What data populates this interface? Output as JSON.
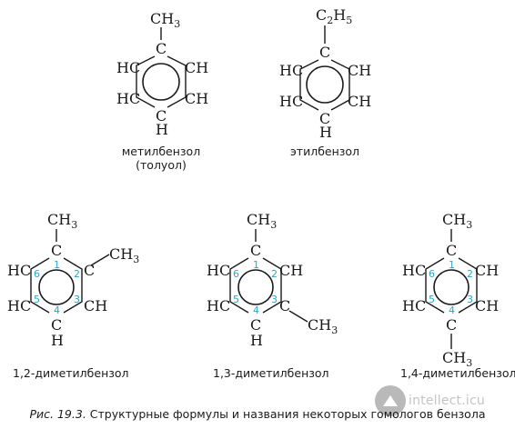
{
  "molecules": {
    "toluene": {
      "substituent": {
        "main": "CH",
        "sub": "3"
      },
      "ring_labels": {
        "top": "C",
        "upper_left": "HC",
        "upper_right": "CH",
        "lower_left": "HC",
        "lower_right": "CH",
        "bottom": "C",
        "bottom_h": "H"
      },
      "name_line1": "метилбензол",
      "name_line2": "(толуол)"
    },
    "ethylbenzene": {
      "substituent": {
        "c": "C",
        "c_sub": "2",
        "h": "H",
        "h_sub": "5"
      },
      "ring_labels": {
        "top": "C",
        "upper_left": "HC",
        "upper_right": "CH",
        "lower_left": "HC",
        "lower_right": "CH",
        "bottom": "C",
        "bottom_h": "H"
      },
      "name": "этилбензол"
    },
    "dimethyl_12": {
      "methyl_top": {
        "main": "CH",
        "sub": "3"
      },
      "methyl_side": {
        "main": "CH",
        "sub": "3"
      },
      "ring_labels": {
        "top": "C",
        "upper_left": "HC",
        "upper_right": "C",
        "lower_left": "HC",
        "lower_right": "CH",
        "bottom": "C",
        "bottom_h": "H"
      },
      "positions": [
        "1",
        "2",
        "3",
        "4",
        "5",
        "6"
      ],
      "name": "1,2-диметилбензол"
    },
    "dimethyl_13": {
      "methyl_top": {
        "main": "CH",
        "sub": "3"
      },
      "methyl_side": {
        "main": "CH",
        "sub": "3"
      },
      "ring_labels": {
        "top": "C",
        "upper_left": "HC",
        "upper_right": "CH",
        "lower_left": "HC",
        "lower_right": "C",
        "bottom": "C",
        "bottom_h": "H"
      },
      "positions": [
        "1",
        "2",
        "3",
        "4",
        "5",
        "6"
      ],
      "name": "1,3-диметилбензол"
    },
    "dimethyl_14": {
      "methyl_top": {
        "main": "CH",
        "sub": "3"
      },
      "methyl_bottom": {
        "main": "CH",
        "sub": "3"
      },
      "ring_labels": {
        "top": "C",
        "upper_left": "HC",
        "upper_right": "CH",
        "lower_left": "HC",
        "lower_right": "CH",
        "bottom": "C"
      },
      "positions": [
        "1",
        "2",
        "3",
        "4",
        "5",
        "6"
      ],
      "name": "1,4-диметилбензол"
    }
  },
  "caption": {
    "figure": "Рис. 19.3.",
    "text": "Структурные формулы и названия некоторых гомологов бензола"
  },
  "watermark": {
    "text": "intellect.icu"
  },
  "colors": {
    "text": "#1a1a1a",
    "position_numbers": "#2aa7c9",
    "watermark": "#c4c4c4"
  }
}
